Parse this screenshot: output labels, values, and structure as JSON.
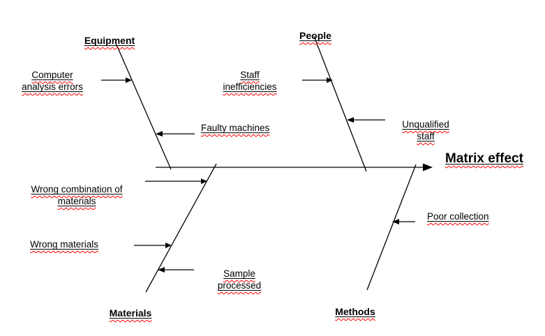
{
  "diagram": {
    "type": "fishbone-cause-effect",
    "effect": {
      "label": "Matrix effect"
    },
    "colors": {
      "line": "#000000",
      "text": "#000000",
      "underline": "#000000",
      "squiggle": "#ff0000",
      "background": "#ffffff"
    },
    "branches": [
      {
        "name": "Equipment",
        "side": "top-left",
        "causes": [
          "Computer\nanalysis errors",
          "Faulty machines"
        ]
      },
      {
        "name": "People",
        "side": "top-right",
        "causes": [
          "Staff\ninefficiencies",
          "Unqualified\nstaff"
        ]
      },
      {
        "name": "Materials",
        "side": "bottom-left",
        "causes": [
          "Wrong combination of\nmaterials",
          "Wrong materials",
          "Sample\nprocessed"
        ]
      },
      {
        "name": "Methods",
        "side": "bottom-right",
        "causes": [
          "Poor collection"
        ]
      }
    ]
  }
}
